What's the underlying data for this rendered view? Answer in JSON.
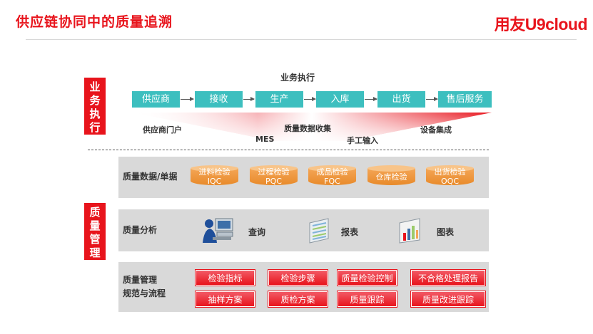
{
  "header": {
    "title": "供应链协同中的质量追溯",
    "brand_cn": "用友",
    "brand_en": "U9cloud"
  },
  "business_execution": {
    "side_label": [
      "业",
      "务",
      "执",
      "行"
    ],
    "title": "业务执行",
    "steps": [
      "供应商",
      "接收",
      "生产",
      "入库",
      "出货",
      "售后服务"
    ],
    "collection": {
      "portal": "供应商门户",
      "center": "质量数据收集",
      "equipment": "设备集成",
      "mes": "MES",
      "manual": "手工输入"
    },
    "colors": {
      "step": "#3dbfbf",
      "funnel_edge": "#e8141c"
    }
  },
  "quality_management": {
    "side_label": [
      "质",
      "量",
      "管",
      "理"
    ],
    "data_row": {
      "label": "质量数据/单据",
      "items": [
        {
          "line1": "进料检验",
          "line2": "IQC"
        },
        {
          "line1": "过程检验",
          "line2": "PQC"
        },
        {
          "line1": "成品检验",
          "line2": "FQC"
        },
        {
          "line1": "仓库检验",
          "line2": ""
        },
        {
          "line1": "出货检验",
          "line2": "OQC"
        }
      ]
    },
    "analysis_row": {
      "label": "质量分析",
      "items": [
        {
          "icon": "user-computer-icon",
          "label": "查询"
        },
        {
          "icon": "report-sheet-icon",
          "label": "报表"
        },
        {
          "icon": "bar-chart-icon",
          "label": "图表"
        }
      ]
    },
    "process_row": {
      "label_line1": "质量管理",
      "label_line2": "规范与流程",
      "buttons": [
        "检验指标",
        "检验步骤",
        "质量检验控制",
        "不合格处理报告",
        "抽样方案",
        "质检方案",
        "质量跟踪",
        "质量改进跟踪"
      ]
    },
    "colors": {
      "accent": "#e8141c",
      "cylinder": "#e88a2a",
      "panel": "#d9d9d9"
    }
  }
}
